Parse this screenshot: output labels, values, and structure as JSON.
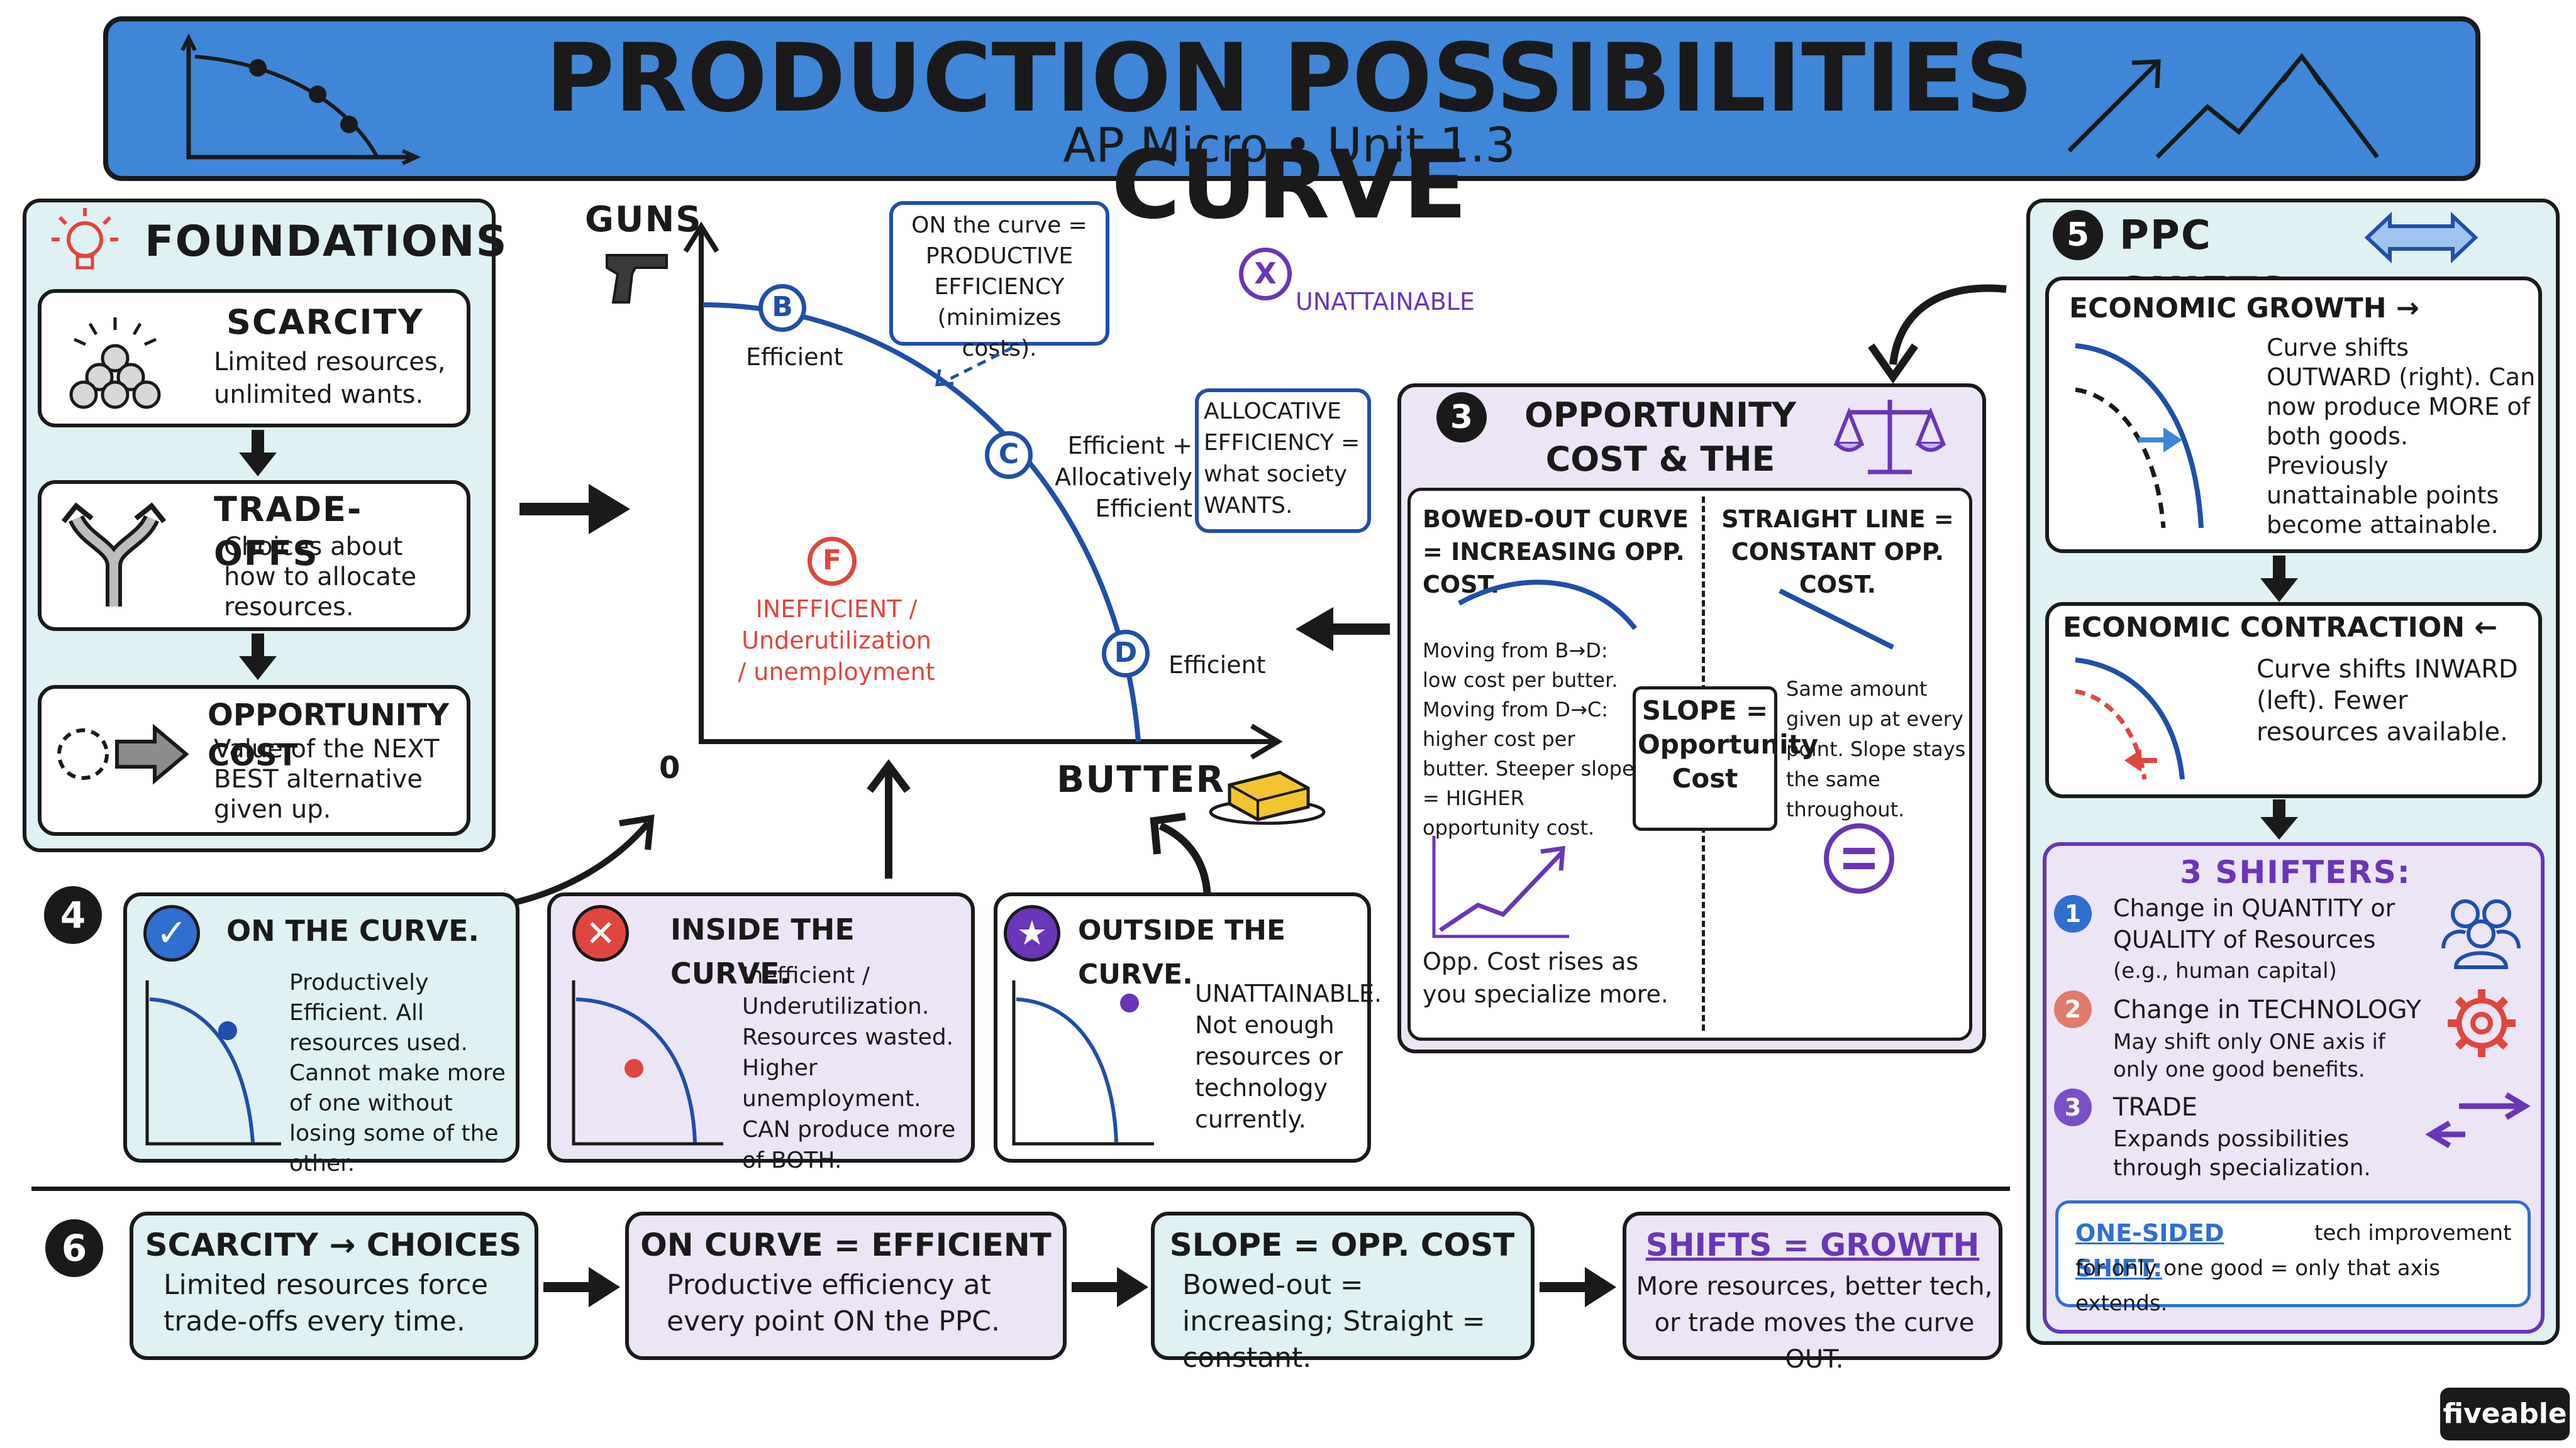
{
  "header": {
    "title": "PRODUCTION POSSIBILITIES CURVE",
    "subtitle": "AP Micro • Unit 1.3"
  },
  "foundations": {
    "title": "FOUNDATIONS",
    "scarcity": {
      "title": "SCARCITY",
      "text": "Limited resources, unlimited wants."
    },
    "tradeoffs": {
      "title": "TRADE-OFFS",
      "text": "Choices about how to allocate resources."
    },
    "oppcost": {
      "title": "OPPORTUNITY COST",
      "text": "Value of the NEXT BEST alternative given up."
    }
  },
  "ppc": {
    "y_label": "GUNS",
    "x_label": "BUTTER",
    "origin": "0",
    "point_b": "B",
    "label_b": "Efficient",
    "point_c": "C",
    "label_c": "Efficient + Allocatively Efficient",
    "point_d": "D",
    "label_d": "Efficient",
    "point_f": "F",
    "label_f": "INEFFICIENT / Underutilization / unemployment",
    "point_x": "X",
    "label_x": "UNATTAINABLE",
    "callout_productive": "ON the curve = PRODUCTIVE EFFICIENCY (minimizes costs).",
    "callout_allocative": "ALLOCATIVE EFFICIENCY = what society WANTS."
  },
  "opportunity": {
    "number": "3",
    "title": "OPPORTUNITY COST & THE PPC",
    "left_head": "BOWED-OUT CURVE = INCREASING OPP. COST.",
    "left_text": "Moving from B→D: low cost per butter. Moving from D→C: higher cost per butter. Steeper slope = HIGHER opportunity cost.",
    "left_foot": "Opp. Cost rises as you specialize more.",
    "right_head": "STRAIGHT LINE = CONSTANT OPP. COST.",
    "right_text": "Same amount given up at every point. Slope stays the same throughout.",
    "slope_box": "SLOPE = Opportunity Cost"
  },
  "positions": {
    "number": "4",
    "on": {
      "title": "ON THE CURVE.",
      "text": "Productively Efficient. All resources used. Cannot make more of one without losing some of the other."
    },
    "inside": {
      "title": "INSIDE THE CURVE.",
      "text": "Inefficient / Underutilization. Resources wasted. Higher unemployment. CAN produce more of BOTH."
    },
    "outside": {
      "title": "OUTSIDE THE CURVE.",
      "text": "UNATTAINABLE. Not enough resources or technology currently."
    }
  },
  "shifts": {
    "number": "5",
    "title": "PPC SHIFTS",
    "growth": {
      "title": "ECONOMIC GROWTH →",
      "text": "Curve shifts OUTWARD (right). Can now produce MORE of both goods. Previously unattainable points become attainable."
    },
    "contraction": {
      "title": "ECONOMIC CONTRACTION ←",
      "text": "Curve shifts INWARD (left). Fewer resources available."
    },
    "shifters_title": "3 SHIFTERS:",
    "s1_num": "1",
    "s1_title": "Change in QUANTITY or QUALITY of Resources",
    "s1_text": "(e.g., human capital)",
    "s2_num": "2",
    "s2_title": "Change in TECHNOLOGY",
    "s2_text": "May shift only ONE axis if only one good benefits.",
    "s3_num": "3",
    "s3_title": "TRADE",
    "s3_text": "Expands possibilities through specialization.",
    "onesided_head": "ONE-SIDED SHIFT:",
    "onesided_text": "tech improvement for only one good = only that axis extends."
  },
  "summary": {
    "number": "6",
    "b1": {
      "title": "SCARCITY → CHOICES",
      "text": "Limited resources force trade-offs every time."
    },
    "b2": {
      "title": "ON CURVE = EFFICIENT",
      "text": "Productive efficiency at every point ON the PPC."
    },
    "b3": {
      "title": "SLOPE = OPP. COST",
      "text": "Bowed-out = increasing; Straight = constant."
    },
    "b4": {
      "title": "SHIFTS = GROWTH",
      "text": "More resources, better tech, or trade moves the curve OUT."
    }
  },
  "brand": "fiveable",
  "colors": {
    "blue": "#1f4fa8",
    "red": "#e0463e",
    "purple": "#6a35b8",
    "banner": "#3f86d8",
    "teal": "#dff1f2",
    "lavender": "#ece5f6"
  }
}
